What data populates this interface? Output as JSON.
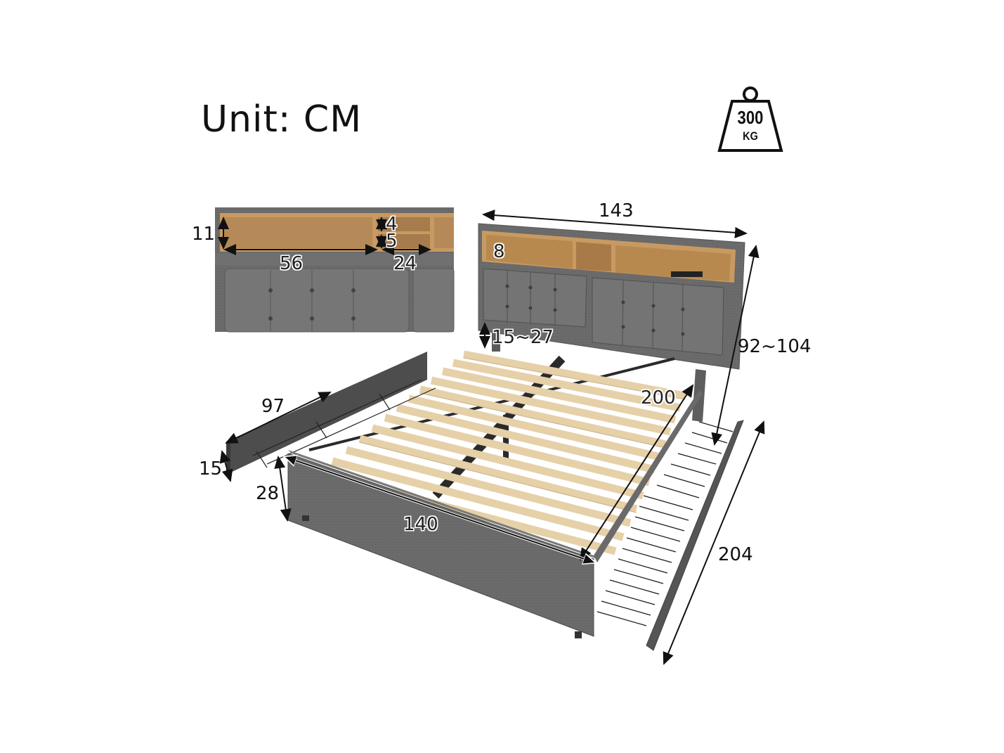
{
  "header": {
    "unit_label": "Unit: CM"
  },
  "weight_badge": {
    "icon": "weight-icon",
    "value": "300",
    "unit": "KG"
  },
  "inset_shelf_detail": {
    "height": "11",
    "left_compartment_width": "56",
    "right_compartment_width": "24",
    "upper_slot_height": "4",
    "lower_slot_height": "5"
  },
  "headboard": {
    "width": "143",
    "shelf_depth": "8",
    "height_range": "92~104",
    "leg_clearance": "15~27"
  },
  "bed_frame": {
    "inner_length": "200",
    "outer_length": "204",
    "inner_width": "140",
    "side_rail_height": "28"
  },
  "drawer": {
    "length": "97",
    "height": "15"
  },
  "colors": {
    "upholstery": "#6b6b6b",
    "upholstery_dark": "#4a4a4a",
    "wood_slat": "#e8d3ae",
    "shelf_wood": "#c89a62",
    "metal": "#2a2a2a",
    "dimension_line": "#111111",
    "background": "#ffffff"
  }
}
